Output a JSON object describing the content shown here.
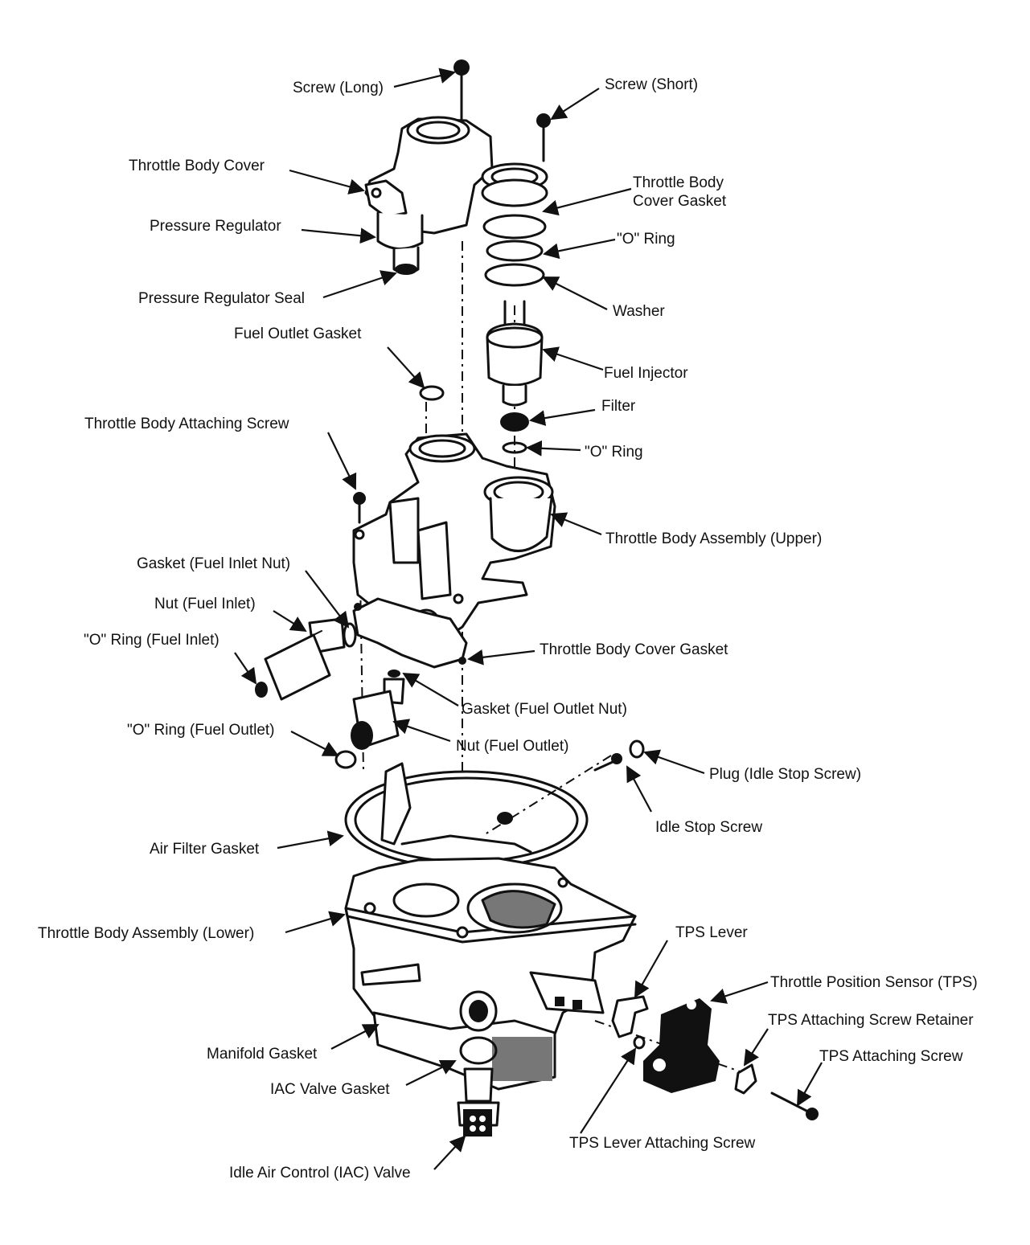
{
  "labels": {
    "screw_long": "Screw (Long)",
    "screw_short": "Screw (Short)",
    "throttle_body_cover": "Throttle Body Cover",
    "throttle_body_cover_gasket_top_line1": "Throttle Body",
    "throttle_body_cover_gasket_top_line2": "Cover Gasket",
    "pressure_regulator": "Pressure Regulator",
    "o_ring_top": "\"O\" Ring",
    "pressure_regulator_seal": "Pressure Regulator Seal",
    "washer": "Washer",
    "fuel_outlet_gasket": "Fuel Outlet Gasket",
    "fuel_injector": "Fuel Injector",
    "filter": "Filter",
    "throttle_body_attaching_screw": "Throttle Body Attaching Screw",
    "o_ring_mid": "\"O\" Ring",
    "throttle_body_assembly_upper": "Throttle Body Assembly (Upper)",
    "gasket_fuel_inlet_nut": "Gasket (Fuel Inlet Nut)",
    "nut_fuel_inlet": "Nut (Fuel Inlet)",
    "o_ring_fuel_inlet": "\"O\" Ring (Fuel Inlet)",
    "throttle_body_cover_gasket_mid": "Throttle Body Cover Gasket",
    "gasket_fuel_outlet_nut": "Gasket (Fuel Outlet Nut)",
    "o_ring_fuel_outlet": "\"O\" Ring (Fuel Outlet)",
    "nut_fuel_outlet": "Nut (Fuel Outlet)",
    "plug_idle_stop_screw": "Plug (Idle Stop Screw)",
    "idle_stop_screw": "Idle Stop Screw",
    "air_filter_gasket": "Air Filter Gasket",
    "throttle_body_assembly_lower": "Throttle Body Assembly (Lower)",
    "tps_lever": "TPS Lever",
    "throttle_position_sensor": "Throttle Position Sensor (TPS)",
    "tps_attaching_screw_retainer": "TPS Attaching Screw Retainer",
    "tps_attaching_screw": "TPS Attaching Screw",
    "manifold_gasket": "Manifold Gasket",
    "iac_valve_gasket": "IAC Valve Gasket",
    "tps_lever_attaching_screw": "TPS Lever Attaching Screw",
    "idle_air_control_valve": "Idle Air Control (IAC) Valve"
  },
  "colors": {
    "ink": "#111111",
    "background": "#ffffff"
  }
}
